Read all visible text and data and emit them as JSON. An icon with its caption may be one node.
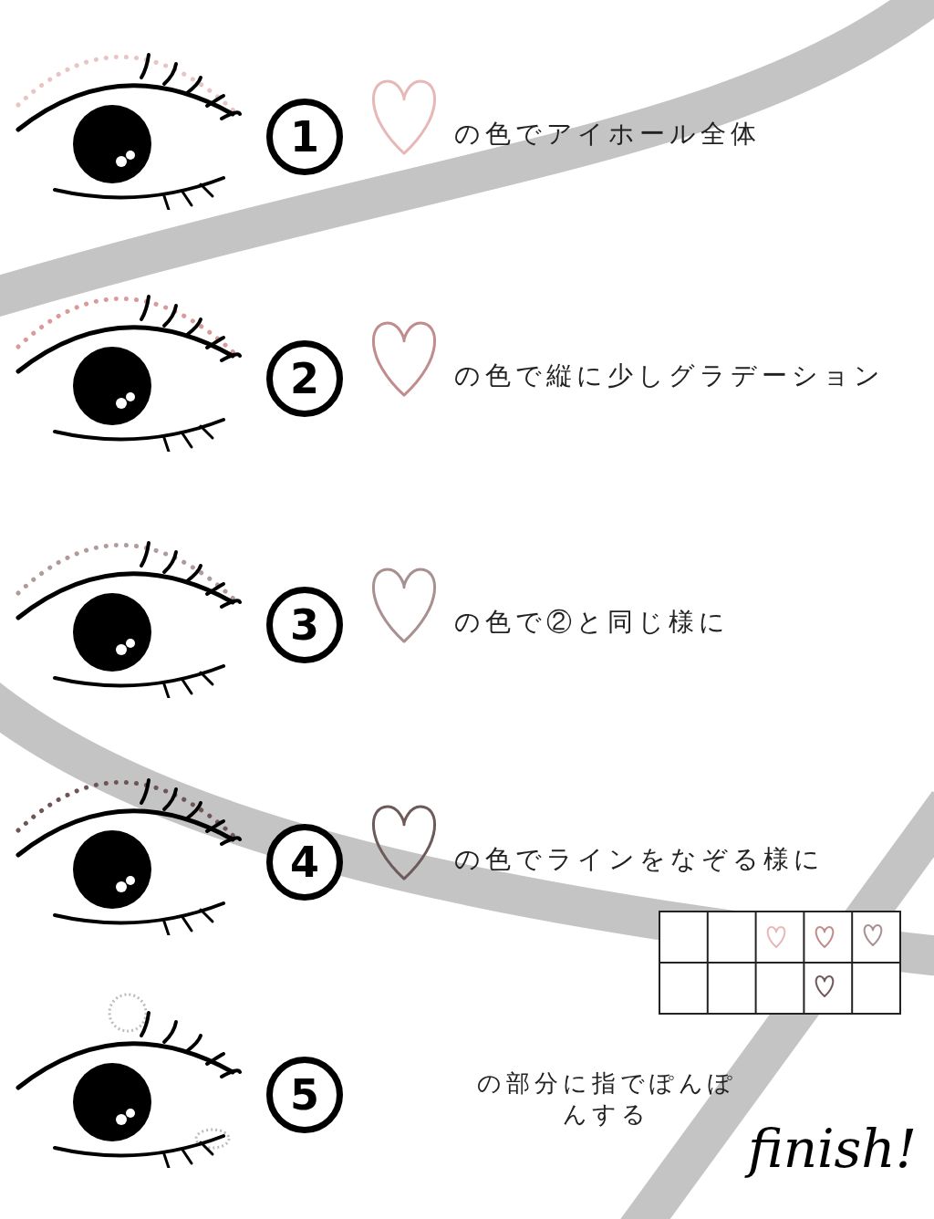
{
  "diagram": {
    "labels": [
      "1",
      "の色でアイホール全体",
      "2",
      "の色で縦に少しグラデーション",
      "3",
      "の色で②と同じ様に",
      "4",
      "の色でラインをなぞる様に",
      "5",
      "の部分に指でぽんぽんする",
      "finish!"
    ]
  }
}
